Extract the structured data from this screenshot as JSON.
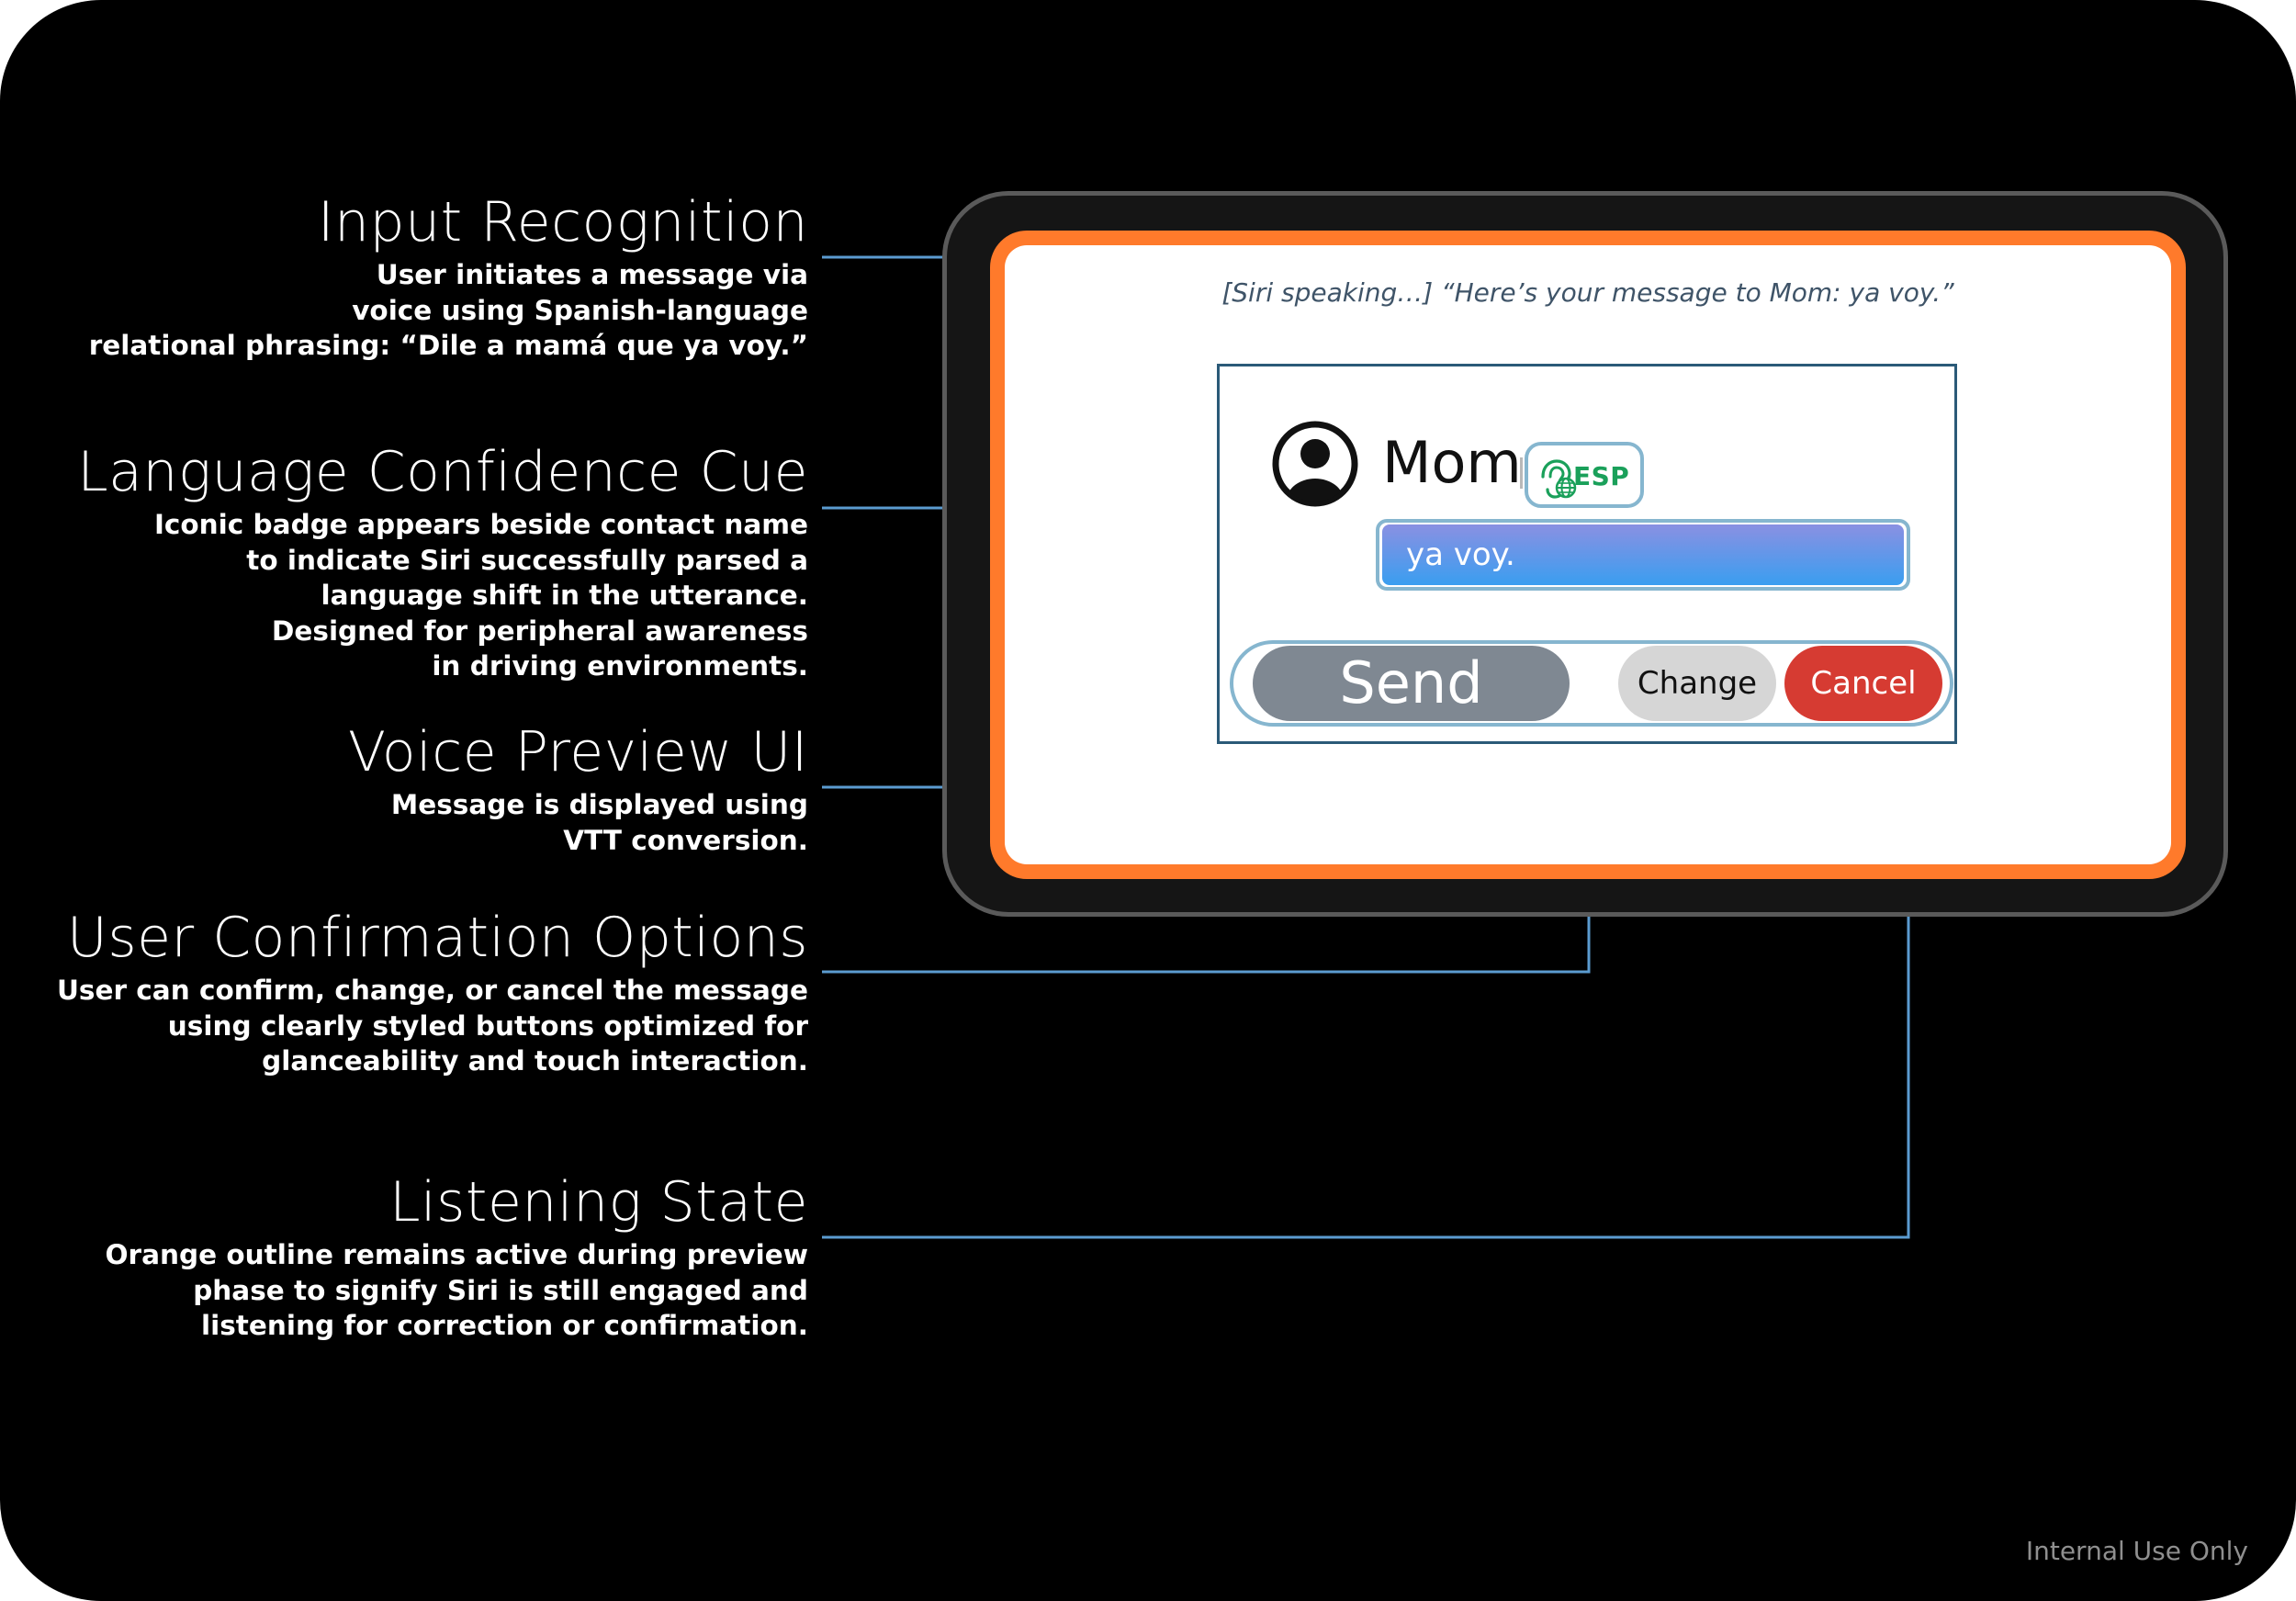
{
  "annotations": [
    {
      "title": "Input Recognition",
      "lines": [
        "User initiates a message via",
        "voice using Spanish-language",
        "relational phrasing: “Dile a mamá que ya voy.”"
      ]
    },
    {
      "title": "Language Confidence Cue",
      "lines": [
        "Iconic badge appears beside contact name",
        "to indicate Siri successfully parsed a",
        "language shift in the utterance.",
        "Designed for peripheral awareness",
        "in driving environments."
      ]
    },
    {
      "title": "Voice Preview UI",
      "lines": [
        "Message is displayed using",
        "VTT conversion."
      ]
    },
    {
      "title": "User Confirmation Options",
      "lines": [
        "User can confirm, change, or cancel the message",
        "using clearly styled buttons optimized for",
        "glanceability and touch interaction."
      ]
    },
    {
      "title": "Listening State",
      "lines": [
        "Orange outline remains active during preview",
        "phase to signify Siri is still engaged and",
        "listening for correction or confirmation."
      ]
    }
  ],
  "screen": {
    "siri_caption": "[Siri speaking…] “Here’s your message to Mom: ya voy.”",
    "contact_name": "Mom",
    "avatar_icon": "person-circle-icon",
    "language_badge": {
      "icon": "ear-globe-icon",
      "label": "ESP"
    },
    "message_text": "ya voy.",
    "buttons": {
      "send": "Send",
      "change": "Change",
      "cancel": "Cancel"
    }
  },
  "footer_note": "Internal Use Only",
  "colors": {
    "background": "#000000",
    "listening_outline": "#ff7a2b",
    "leader_line": "#5b9bd0",
    "send_button": "#7f8892",
    "change_button": "#d6d6d6",
    "cancel_button": "#d63b32",
    "badge_text": "#1aa05a",
    "message_bubble_top": "#8a90e2",
    "message_bubble_bottom": "#3a9ef0"
  }
}
